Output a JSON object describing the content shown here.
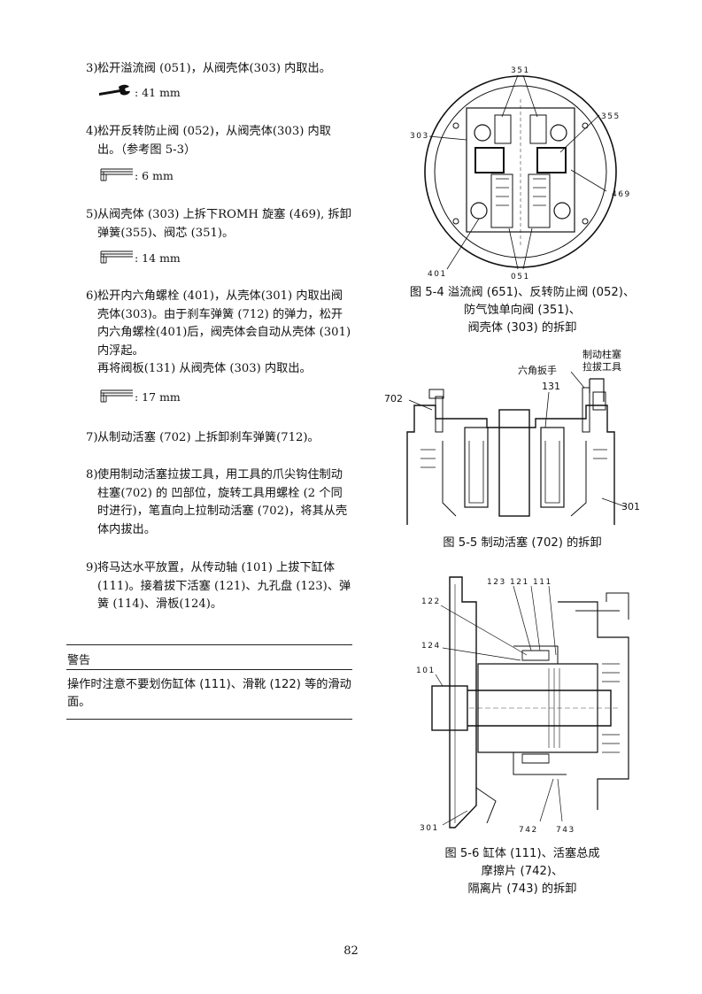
{
  "steps": [
    {
      "num": "3)",
      "text": "松开溢流阀 (051)，从阀壳体(303) 内取出。",
      "tool": "wrench-icon",
      "value": ": 41 mm"
    },
    {
      "num": "4)",
      "text": "松开反转防止阀 (052)，从阀壳体(303) 内取出。（参考图 5-3）",
      "tool": "hex-key-icon",
      "value": ": 6 mm"
    },
    {
      "num": "5)",
      "text": "从阀壳体 (303) 上拆下ROMH 旋塞 (469), 拆卸弹簧(355)、阀芯 (351)。",
      "tool": "hex-key-icon",
      "value": ": 14 mm"
    },
    {
      "num": "6)",
      "text": "松开内六角螺栓 (401)，从壳体(301) 内取出阀壳体(303)。由于刹车弹簧 (712) 的弹力，松开内六角螺栓(401)后，阀壳体会自动从壳体 (301) 内浮起。",
      "text2": "再将阀板(131) 从阀壳体 (303) 内取出。",
      "tool": "hex-key-icon",
      "value": ": 17 mm"
    },
    {
      "num": "7)",
      "text": "从制动活塞 (702) 上拆卸刹车弹簧(712)。"
    },
    {
      "num": "8)",
      "text": "使用制动活塞拉拔工具，用工具的爪尖钩住制动柱塞(702) 的 凹部位，旋转工具用螺栓 (2 个同时进行)，笔直向上拉制动活塞 (702)，将其从壳体内拔出。"
    },
    {
      "num": "9)",
      "text": "将马达水平放置，从传动轴 (101) 上拔下缸体 (111)。接着拔下活塞 (121)、九孔盘 (123)、弹簧 (114)、滑板(124)。"
    }
  ],
  "warning": {
    "title": "警告",
    "text": "操作时注意不要划伤缸体 (111)、滑靴 (122) 等的滑动面。"
  },
  "figures": {
    "fig54": {
      "labels": {
        "l351": "351",
        "l355": "355",
        "l303": "303",
        "l469": "469",
        "l401": "401",
        "l051": "051"
      },
      "caption": [
        "图 5-4 溢流阀 (651)、反转防止阀 (052)、",
        "防气蚀单向阀 (351)、",
        "阀壳体 (303) 的拆卸"
      ]
    },
    "fig55": {
      "labels": {
        "l702": "702",
        "l131": "131",
        "l301": "301",
        "hex": "六角扳手",
        "tool1": "制动柱塞",
        "tool2": "拉拔工具"
      },
      "caption": [
        "图 5-5 制动活塞 (702) 的拆卸"
      ]
    },
    "fig56": {
      "labels": {
        "l123": "123",
        "l121": "121",
        "l111": "111",
        "l122": "122",
        "l124": "124",
        "l101": "101",
        "l301": "301",
        "l742": "742",
        "l743": "743"
      },
      "caption": [
        "图 5-6 缸体 (111)、活塞总成",
        "摩擦片 (742)、",
        "隔离片 (743) 的拆卸"
      ]
    }
  },
  "page_number": "82"
}
